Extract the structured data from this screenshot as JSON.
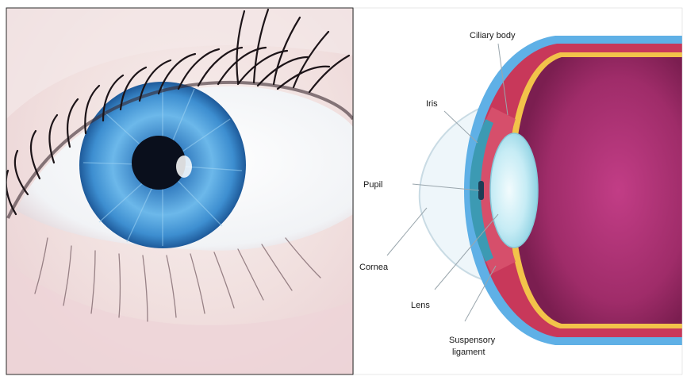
{
  "diagram": {
    "labels": {
      "ciliary_body": "Ciliary body",
      "iris": "Iris",
      "pupil": "Pupil",
      "cornea": "Cornea",
      "lens": "Lens",
      "suspensory_ligament_line1": "Suspensory",
      "suspensory_ligament_line2": "ligament"
    }
  },
  "colors": {
    "iris_blue": "#4a9fd8",
    "sclera_outer": "#5fb0e6",
    "choroid_red": "#c8385a",
    "retina_yellow": "#f2c34a",
    "vitreous_magenta": "#a8306e",
    "lens_cyan": "#bfe9f3",
    "label_text": "#1a1a1a"
  }
}
